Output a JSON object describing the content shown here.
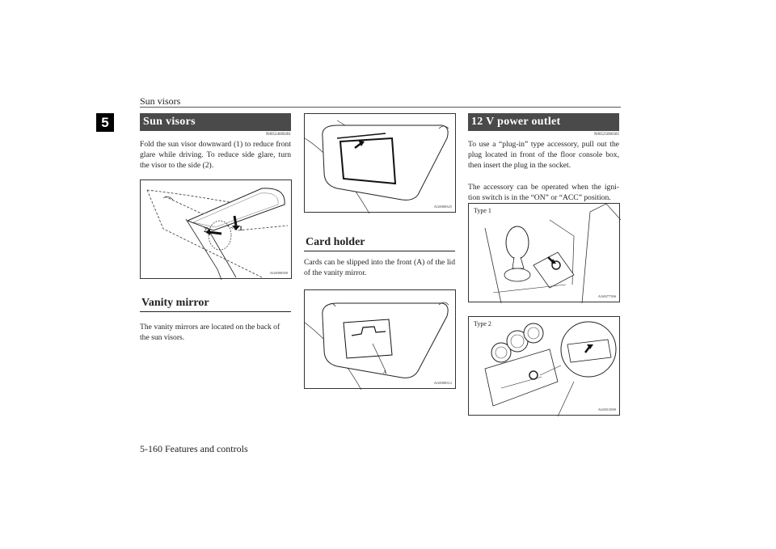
{
  "header": {
    "title": "Sun visors"
  },
  "chapter_tab": "5",
  "footer": {
    "text": "5-160 Features and controls"
  },
  "col1": {
    "sun_visors": {
      "heading": "Sun visors",
      "code": "N00524600281",
      "text": "Fold the sun visor downward (1) to reduce front glare while driving. To reduce side glare, turn the visor to the side (2).",
      "figure": {
        "code": "AG0000500",
        "label1": "1",
        "label2": "2"
      }
    },
    "vanity_mirror": {
      "heading": "Vanity mirror",
      "text": "The vanity mirrors are located on the back of the sun visors."
    }
  },
  "col2": {
    "figure1": {
      "code": "AG0000325"
    },
    "card_holder": {
      "heading": "Card holder",
      "text": "Cards can be slipped into the front (A) of the lid of the vanity mirror.",
      "figure": {
        "code": "AG0000312",
        "label_a": "A"
      }
    }
  },
  "col3": {
    "power_outlet": {
      "heading": "12 V power outlet",
      "code": "N00525000585",
      "text1": "To use a “plug-in” type accessory, pull out the plug located in front of the floor console box, then insert the plug in the socket.",
      "text2": "The accessory can be operated when the igni- tion switch is in the “ON” or “ACC” position.",
      "figure1": {
        "label": "Type 1",
        "code": "AA0077396"
      },
      "figure2": {
        "label": "Type 2",
        "code": "AG0013909"
      }
    }
  }
}
